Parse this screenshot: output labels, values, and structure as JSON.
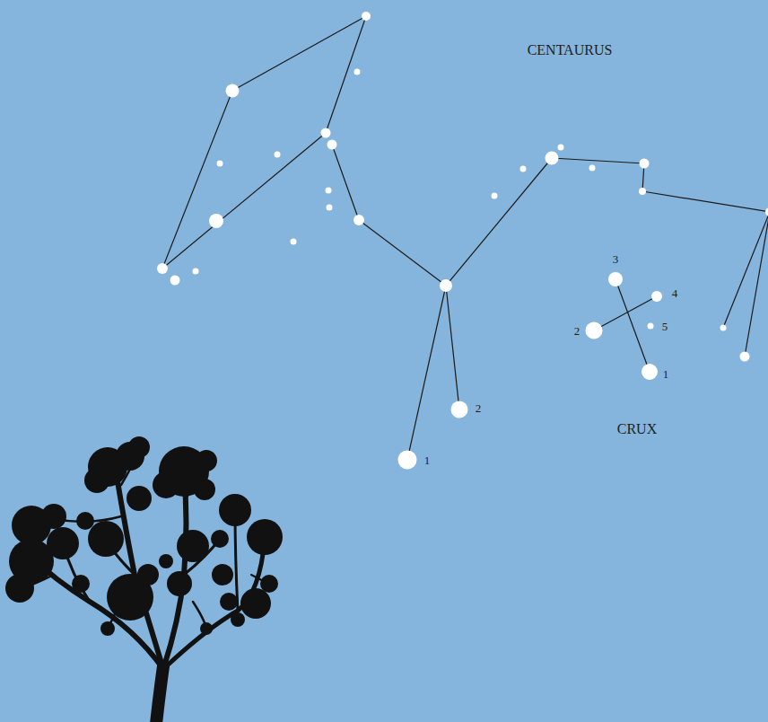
{
  "diagram": {
    "labels": [
      "CENTAURUS",
      "3",
      "4",
      "2",
      "5",
      "1",
      "2",
      "CRUX",
      "1"
    ]
  }
}
